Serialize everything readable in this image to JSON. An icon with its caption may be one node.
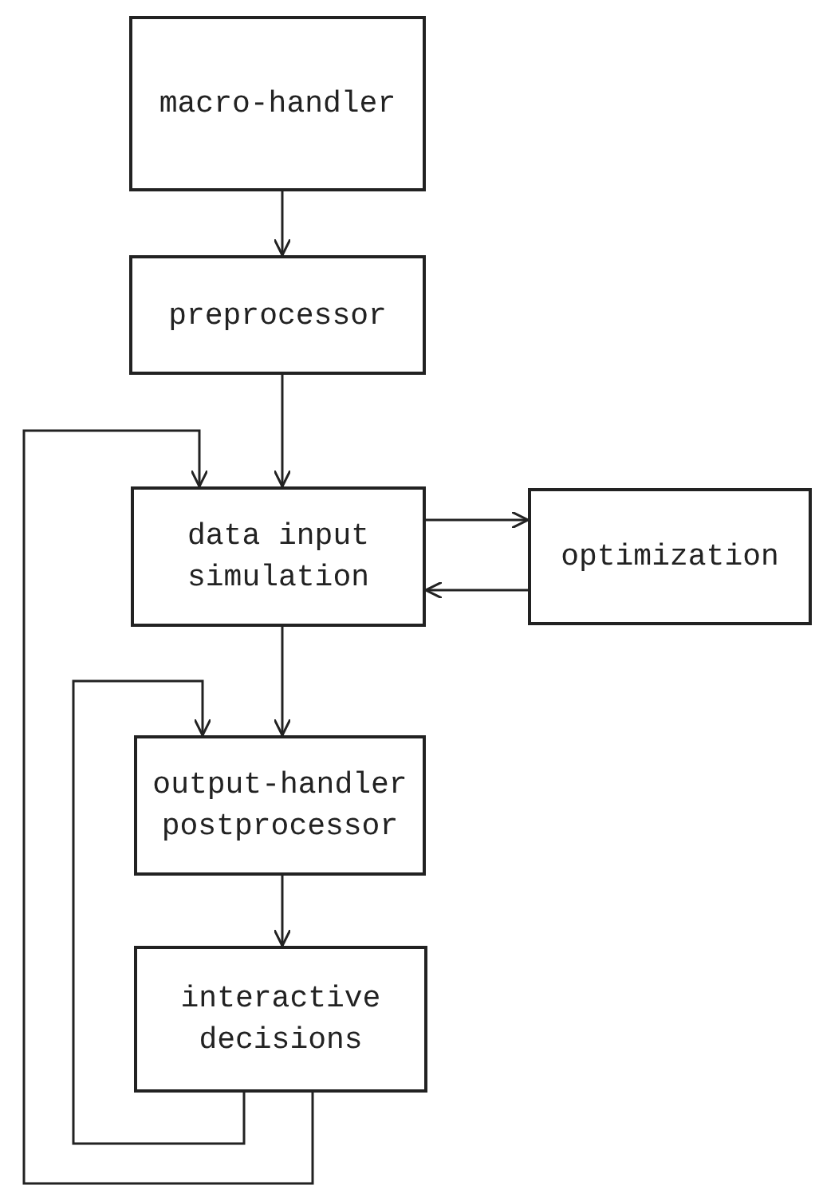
{
  "diagram": {
    "nodes": [
      {
        "text": [
          "macro-handler"
        ]
      },
      {
        "text": [
          "preprocessor"
        ]
      },
      {
        "text": [
          "data input simulation"
        ]
      },
      {
        "text": [
          "optimization"
        ]
      },
      {
        "text": [
          "output-handler postprocessor"
        ]
      },
      {
        "text": [
          "interactive decisions"
        ]
      }
    ],
    "edges": [
      {
        "from": 0,
        "to": 1,
        "arrow": "to"
      },
      {
        "from": 1,
        "to": 2,
        "arrow": "to"
      },
      {
        "from": 2,
        "to": 3,
        "arrow": "to"
      },
      {
        "from": 3,
        "to": 2,
        "arrow": "to"
      },
      {
        "from": 2,
        "to": 4,
        "arrow": "to"
      },
      {
        "from": 4,
        "to": 5,
        "arrow": "to"
      },
      {
        "from": 5,
        "to": 4,
        "arrow": "to"
      },
      {
        "from": 5,
        "to": 2,
        "arrow": "to"
      }
    ]
  }
}
